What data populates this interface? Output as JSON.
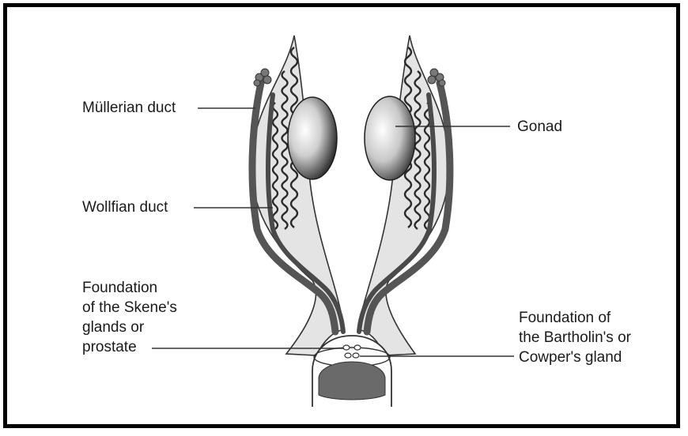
{
  "labels": {
    "mullerian_duct": "Müllerian duct",
    "gonad": "Gonad",
    "wolffian_duct": "Wollfian duct",
    "skene_line1": "Foundation",
    "skene_line2": "of the Skene's",
    "skene_line3": "glands or",
    "skene_line4": "prostate",
    "bartholin_line1": "Foundation of",
    "bartholin_line2": "the Bartholin's or",
    "bartholin_line3": "Cowper's gland"
  },
  "colors": {
    "tissue": "#e4e4e4",
    "duct": "#555555",
    "outline": "#333333",
    "gonad_dark": "#1e1e1e",
    "bladder_fill": "#6a6a6a"
  }
}
